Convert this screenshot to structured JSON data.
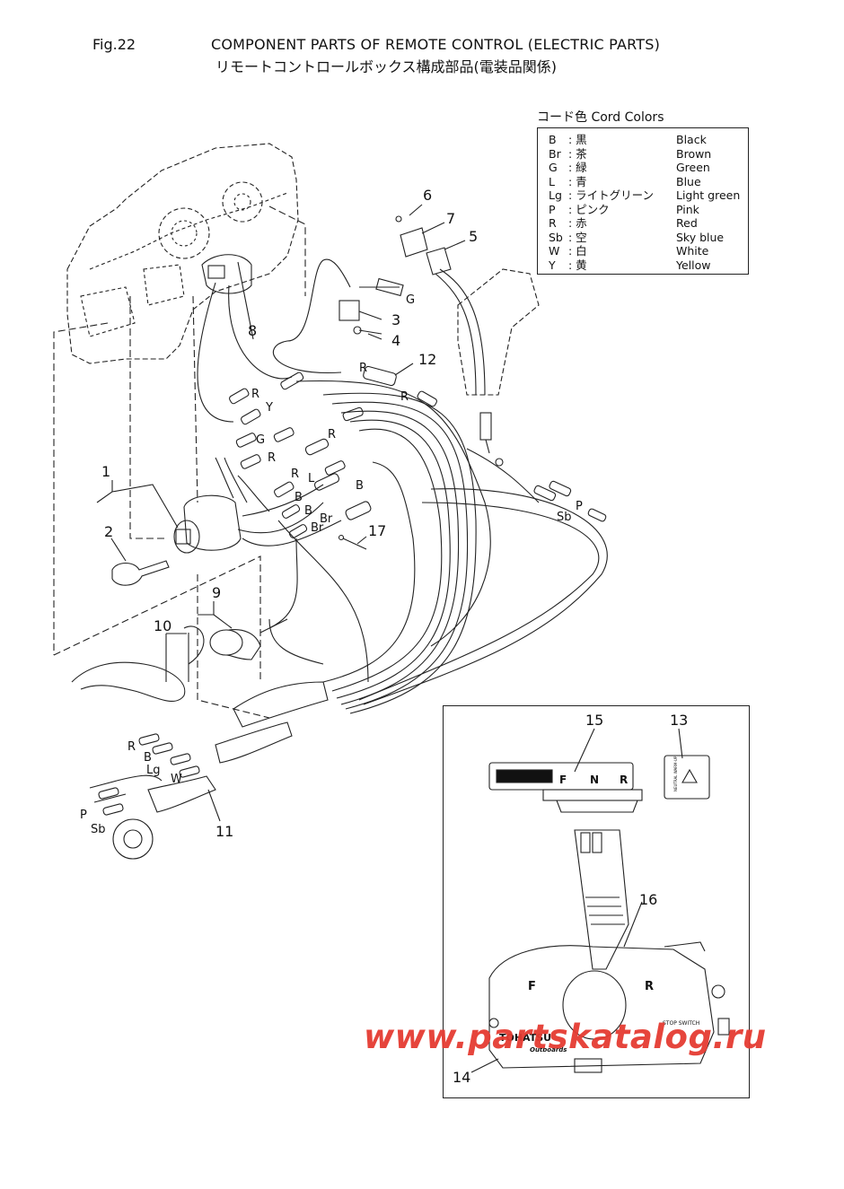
{
  "header": {
    "fig_label": "Fig.22",
    "title_en": "COMPONENT PARTS OF REMOTE CONTROL (ELECTRIC PARTS)",
    "title_jp": "リモートコントロールボックス構成部品(電装品関係)"
  },
  "legend": {
    "title": "コード色 Cord Colors",
    "rows": [
      {
        "code": "B",
        "jp": ": 黒",
        "en": "Black"
      },
      {
        "code": "Br",
        "jp": ": 茶",
        "en": "Brown"
      },
      {
        "code": "G",
        "jp": ": 緑",
        "en": "Green"
      },
      {
        "code": "L",
        "jp": ": 青",
        "en": "Blue"
      },
      {
        "code": "Lg",
        "jp": ": ライトグリーン",
        "en": "Light green"
      },
      {
        "code": "P",
        "jp": ": ピンク",
        "en": "Pink"
      },
      {
        "code": "R",
        "jp": ": 赤",
        "en": "Red"
      },
      {
        "code": "Sb",
        "jp": ": 空",
        "en": "Sky blue"
      },
      {
        "code": "W",
        "jp": ": 白",
        "en": "White"
      },
      {
        "code": "Y",
        "jp": ": 黄",
        "en": "Yellow"
      }
    ]
  },
  "callouts": [
    "1",
    "2",
    "3",
    "4",
    "5",
    "6",
    "7",
    "8",
    "9",
    "10",
    "11",
    "12",
    "13",
    "14",
    "15",
    "16",
    "17"
  ],
  "wire_labels": [
    "G",
    "R",
    "R",
    "Y",
    "G",
    "R",
    "R",
    "R",
    "L",
    "B",
    "B",
    "B",
    "Br",
    "Br",
    "P",
    "Sb",
    "R",
    "B",
    "Lg",
    "W",
    "P",
    "Sb"
  ],
  "inset": {
    "shift_marks": [
      "F",
      "N",
      "R"
    ],
    "lever_marks": [
      "F",
      "R"
    ],
    "brand": "TOHATSU",
    "brand_sub": "Outboards",
    "stop_switch": "STOP SWITCH",
    "neutral_warmup": "NEUTRAL WARM-UP"
  },
  "watermark": "www.partskatalog.ru",
  "colors": {
    "line": "#222222",
    "watermark": "#e53c32"
  }
}
